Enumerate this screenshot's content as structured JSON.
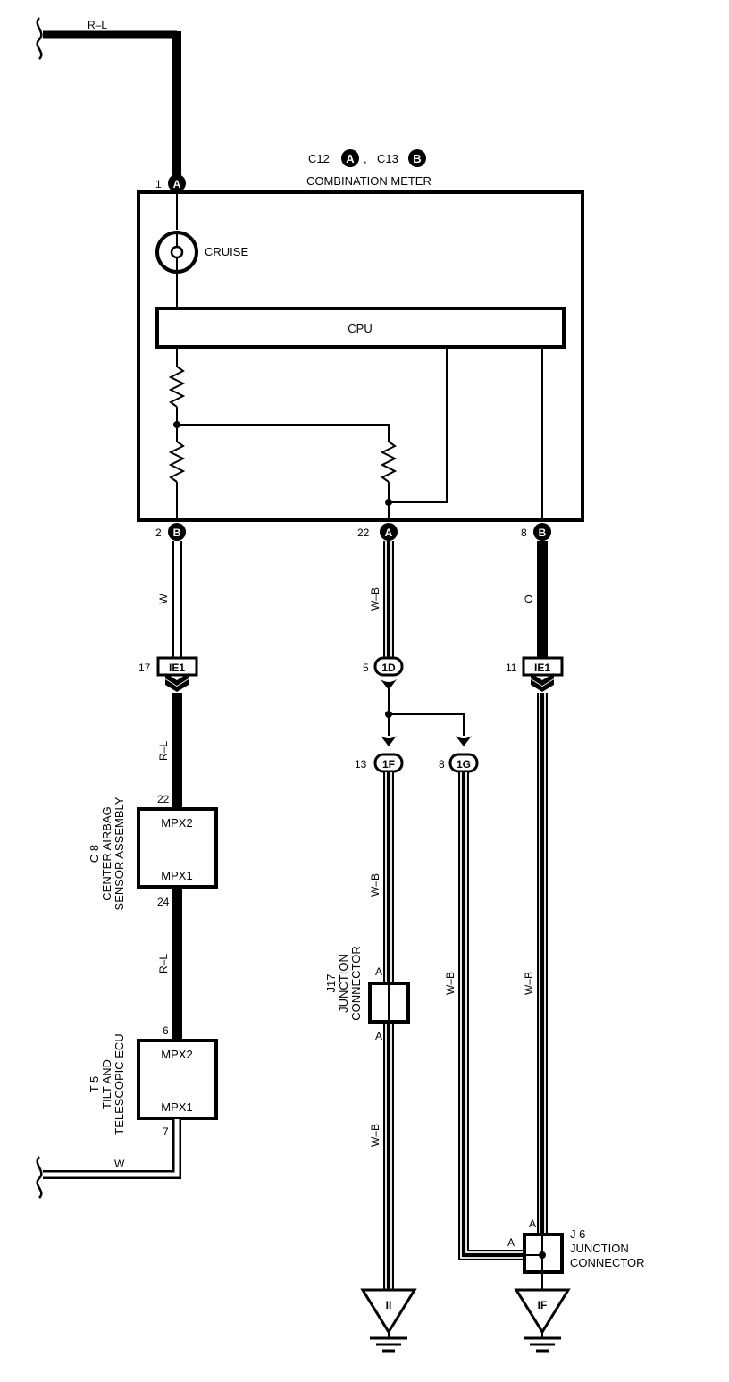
{
  "meter": {
    "codes": [
      "C12",
      "C13"
    ],
    "code_letters": [
      "A",
      "B"
    ],
    "comma": ",",
    "name": "COMBINATION METER",
    "cruise": "CRUISE",
    "cpu": "CPU"
  },
  "pins": {
    "meter_a1": {
      "num": "1",
      "letter": "A"
    },
    "meter_b2": {
      "num": "2",
      "letter": "B"
    },
    "meter_a22": {
      "num": "22",
      "letter": "A"
    },
    "meter_b8": {
      "num": "8",
      "letter": "B"
    }
  },
  "wires": {
    "top": "R–L",
    "left": "W",
    "mid": "W–B",
    "right": "O",
    "rl_upper": "R–L",
    "rl_lower": "R–L",
    "wb_1f": "W–B",
    "wb_lower": "W–B",
    "wb_1g": "W–B",
    "wb_right": "W–B",
    "bottom_w": "W"
  },
  "connectors": {
    "ie1_left": {
      "code": "IE1",
      "pin": "17"
    },
    "d1": {
      "code": "1D",
      "pin": "5"
    },
    "ie1_right": {
      "code": "IE1",
      "pin": "11"
    },
    "f1": {
      "code": "1F",
      "pin": "13"
    },
    "g1": {
      "code": "1G",
      "pin": "8"
    }
  },
  "c8": {
    "code": "C 8",
    "name_line1": "CENTER AIRBAG",
    "name_line2": "SENSOR ASSEMBLY",
    "pin_top": "22",
    "pin_bottom": "24",
    "t1": "MPX2",
    "t2": "MPX1"
  },
  "t5": {
    "code": "T 5",
    "name_line1": "TILT AND",
    "name_line2": "TELESCOPIC ECU",
    "pin_top": "6",
    "pin_bottom": "7",
    "t1": "MPX2",
    "t2": "MPX1"
  },
  "j17": {
    "code": "J17",
    "name_line1": "JUNCTION",
    "name_line2": "CONNECTOR",
    "pin_top": "A",
    "pin_bottom": "A"
  },
  "j6": {
    "code": "J 6",
    "name_line1": "JUNCTION",
    "name_line2": "CONNECTOR",
    "pin_top": "A",
    "pin_left": "A"
  },
  "grounds": {
    "left": "II",
    "right": "IF"
  }
}
